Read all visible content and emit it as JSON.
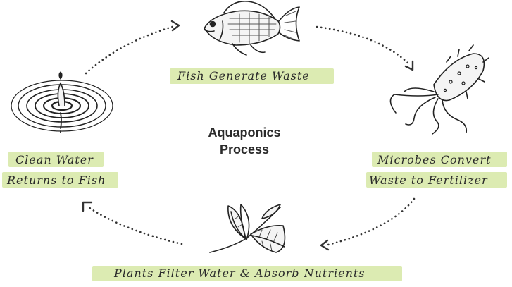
{
  "title_lines": [
    "Aquaponics",
    "Process"
  ],
  "steps": [
    {
      "lines": [
        "Fish Generate Waste"
      ],
      "icon": "fish-icon"
    },
    {
      "lines": [
        "Microbes Convert",
        "Waste to Fertilizer"
      ],
      "icon": "microbe-icon"
    },
    {
      "lines": [
        "Plants Filter Water & Absorb Nutrients"
      ],
      "icon": "leaf-icon"
    },
    {
      "lines": [
        "Clean Water",
        "Returns to Fish"
      ],
      "icon": "water-drop-icon"
    }
  ],
  "colors": {
    "highlight": "#dcebb2",
    "ink": "#2a2a2a"
  }
}
